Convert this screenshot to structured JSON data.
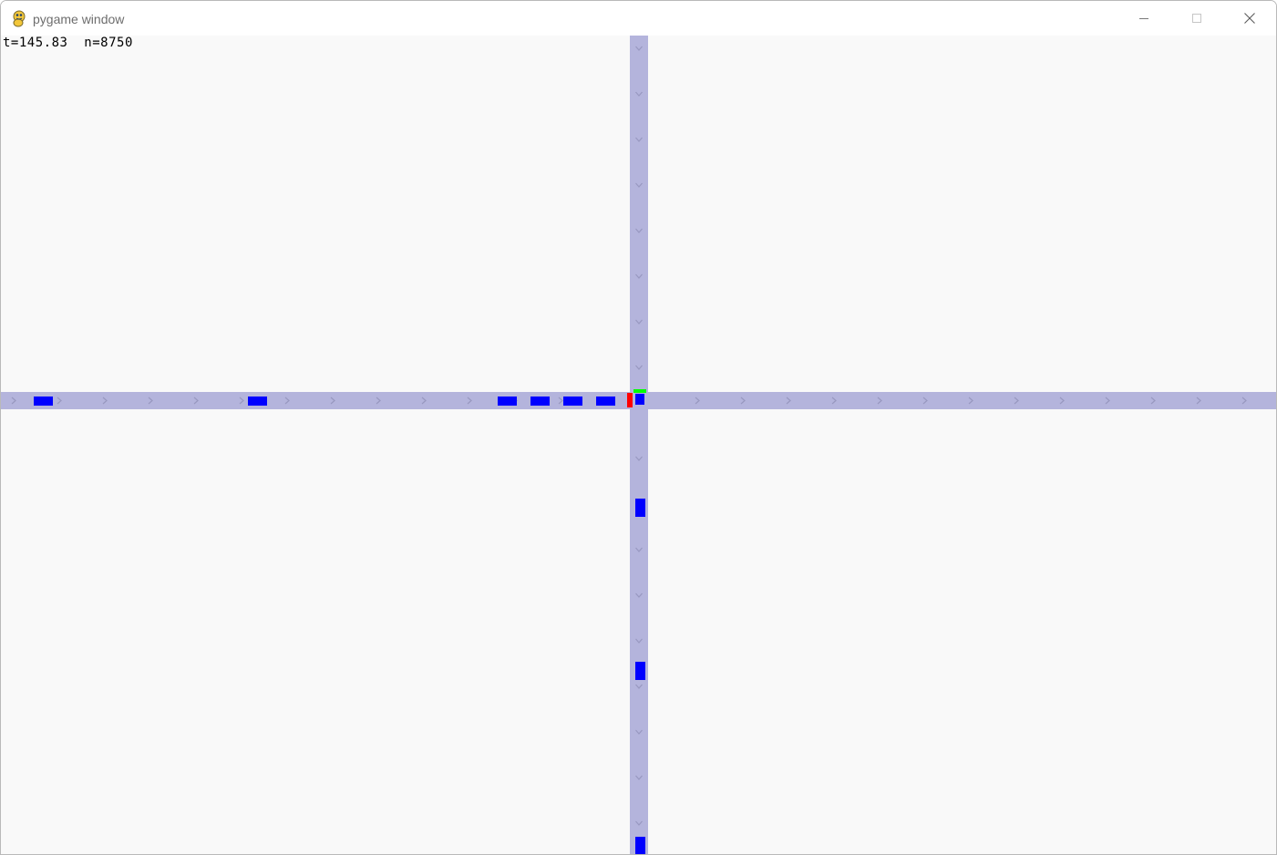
{
  "window": {
    "title": "pygame window",
    "icon": "pygame-snake-icon",
    "controls": [
      "minimize-icon",
      "maximize-icon",
      "close-icon"
    ]
  },
  "hud": {
    "time_label": "t=145.83",
    "count_label": "n=8750"
  },
  "colors": {
    "background": "#f9f9f9",
    "road": "#b4b4dc",
    "road_arrow": "#9898c0",
    "vehicle": "#0000ff",
    "signal_red": "#ff0000",
    "signal_green": "#00ff00"
  },
  "roads": [
    {
      "name": "horizontal-road",
      "direction": "east",
      "arrow_icon": "chevron-right-icon"
    },
    {
      "name": "vertical-road",
      "direction": "south",
      "arrow_icon": "chevron-down-icon"
    }
  ],
  "signals": [
    {
      "name": "signal-westbound-approach",
      "state": "red"
    },
    {
      "name": "signal-northbound-approach",
      "state": "green"
    }
  ]
}
